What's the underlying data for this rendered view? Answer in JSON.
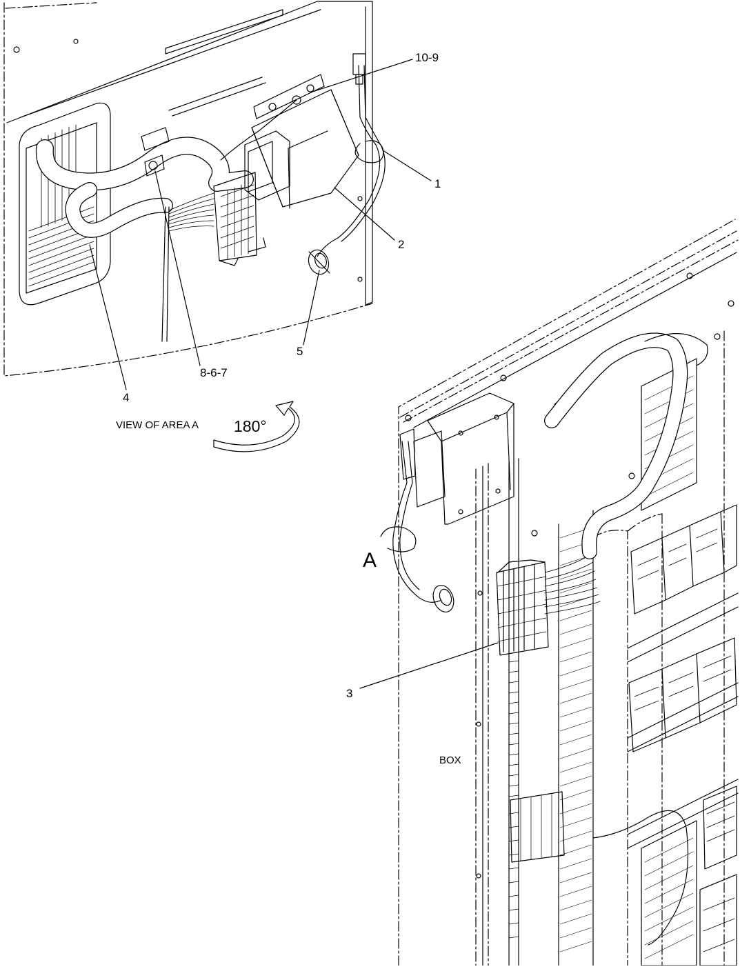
{
  "callouts": {
    "c_10_9": "10-9",
    "c_1": "1",
    "c_2": "2",
    "c_5": "5",
    "c_8_6_7": "8-6-7",
    "c_4": "4",
    "c_3": "3"
  },
  "view_label": "VIEW OF AREA A",
  "rotation_label": "180°",
  "area_label": "A",
  "box_label": "BOX",
  "colors": {
    "line": "#000000",
    "background": "#ffffff"
  }
}
